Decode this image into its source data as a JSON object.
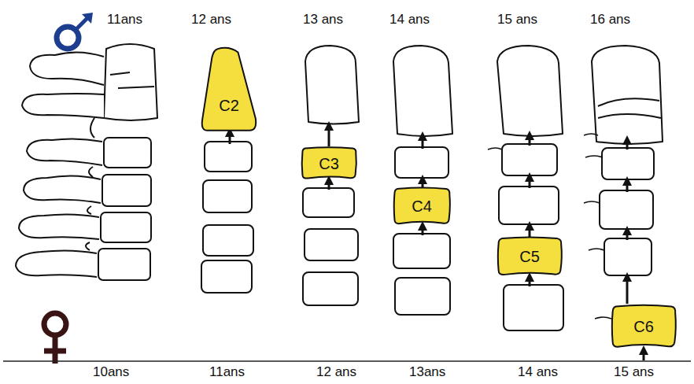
{
  "diagram": {
    "nodes": [
      {
        "text": [
          "C2"
        ]
      },
      {
        "text": [
          "C3"
        ]
      },
      {
        "text": [
          "C4"
        ]
      },
      {
        "text": [
          "C5"
        ]
      },
      {
        "text": [
          "C6"
        ]
      }
    ],
    "labels": [
      "11ans",
      "12 ans",
      "13 ans",
      "14 ans",
      "15 ans",
      "16 ans",
      "10ans",
      "11ans",
      "12 ans",
      "13ans",
      "14 ans",
      "15 ans"
    ]
  }
}
